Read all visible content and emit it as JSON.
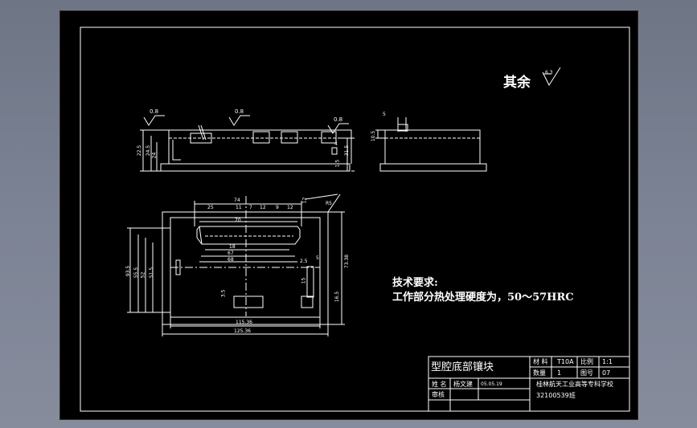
{
  "surface_finish": {
    "label": "其余",
    "value": "6.3"
  },
  "finish_marks": [
    "0.8",
    "0.8",
    "0.8"
  ],
  "front_view": {
    "dims": [
      "22.5",
      "24.5",
      "24",
      "31.5",
      "1.5",
      "4"
    ]
  },
  "side_view": {
    "dims": [
      "5",
      "10.5"
    ]
  },
  "plan_view": {
    "dims": [
      "74",
      "25",
      "11",
      "7",
      "12",
      "9",
      "12",
      "12",
      "70",
      "18",
      "67",
      "68",
      "R5",
      "93.5",
      "55.5",
      "52",
      "51.5",
      "73.38",
      "2.5",
      "5",
      "15",
      "3.5",
      "16.5",
      "115.36",
      "125.36"
    ]
  },
  "tech_requirements": {
    "title": "技术要求:",
    "line1": "工作部分热处理硬度为，50～57HRC"
  },
  "title_block": {
    "part_name": "型腔底部镶块",
    "material_label": "材 料",
    "material_value": "T10A",
    "scale_label": "比例",
    "scale_value": "1:1",
    "quantity_label": "数量",
    "quantity_value": "1",
    "drawing_no_label": "图号",
    "drawing_no_value": "07",
    "name_label": "姓 名",
    "name_value": "杨文建",
    "date_value": "05.05.19",
    "review_label": "审核",
    "school": "桂林航天工业高等专科学校",
    "class_no": "32100539班"
  }
}
